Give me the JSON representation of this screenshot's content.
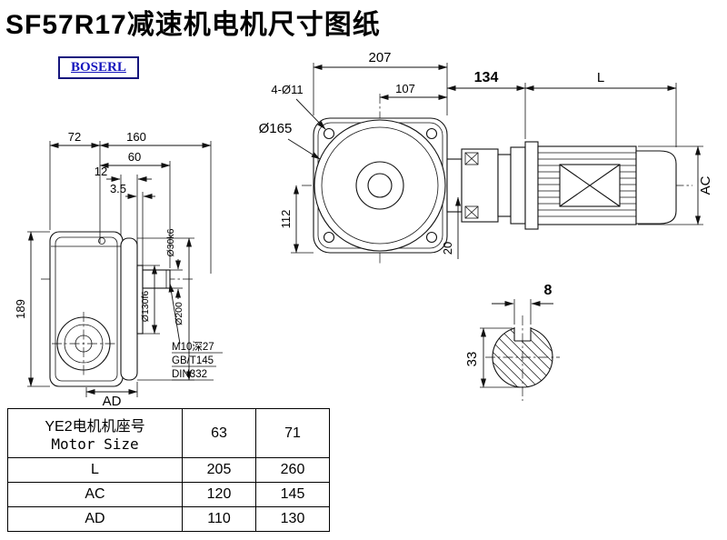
{
  "page": {
    "title": "SF57R17减速机电机尺寸图纸",
    "logo": "BOSERL"
  },
  "left_view": {
    "dim_189": "189",
    "dim_72": "72",
    "dim_160": "160",
    "dim_60": "60",
    "dim_12": "12",
    "dim_3_5": "3.5",
    "dim_ad": "AD",
    "dia_shaft": "Ø30k6",
    "dia_spigot": "Ø130f6",
    "dia_flange": "Ø200",
    "note_tap": "M10深27",
    "note_gb": "GB/T145",
    "note_din": "DIN332"
  },
  "front_view": {
    "dim_207": "207",
    "dim_4xd11": "4-Ø11",
    "dim_107": "107",
    "dim_134": "134",
    "dim_l": "L",
    "dia_165": "Ø165",
    "dim_112": "112",
    "dim_20": "20",
    "dim_ac": "AC"
  },
  "shaft_section": {
    "dim_8": "8",
    "dim_33": "33"
  },
  "table": {
    "header_cn": "YE2电机机座号",
    "header_en": "Motor Size",
    "size_cols": [
      "63",
      "71"
    ],
    "rows": [
      {
        "label": "L",
        "v1": "205",
        "v2": "260"
      },
      {
        "label": "AC",
        "v1": "120",
        "v2": "145"
      },
      {
        "label": "AD",
        "v1": "110",
        "v2": "130"
      }
    ]
  }
}
